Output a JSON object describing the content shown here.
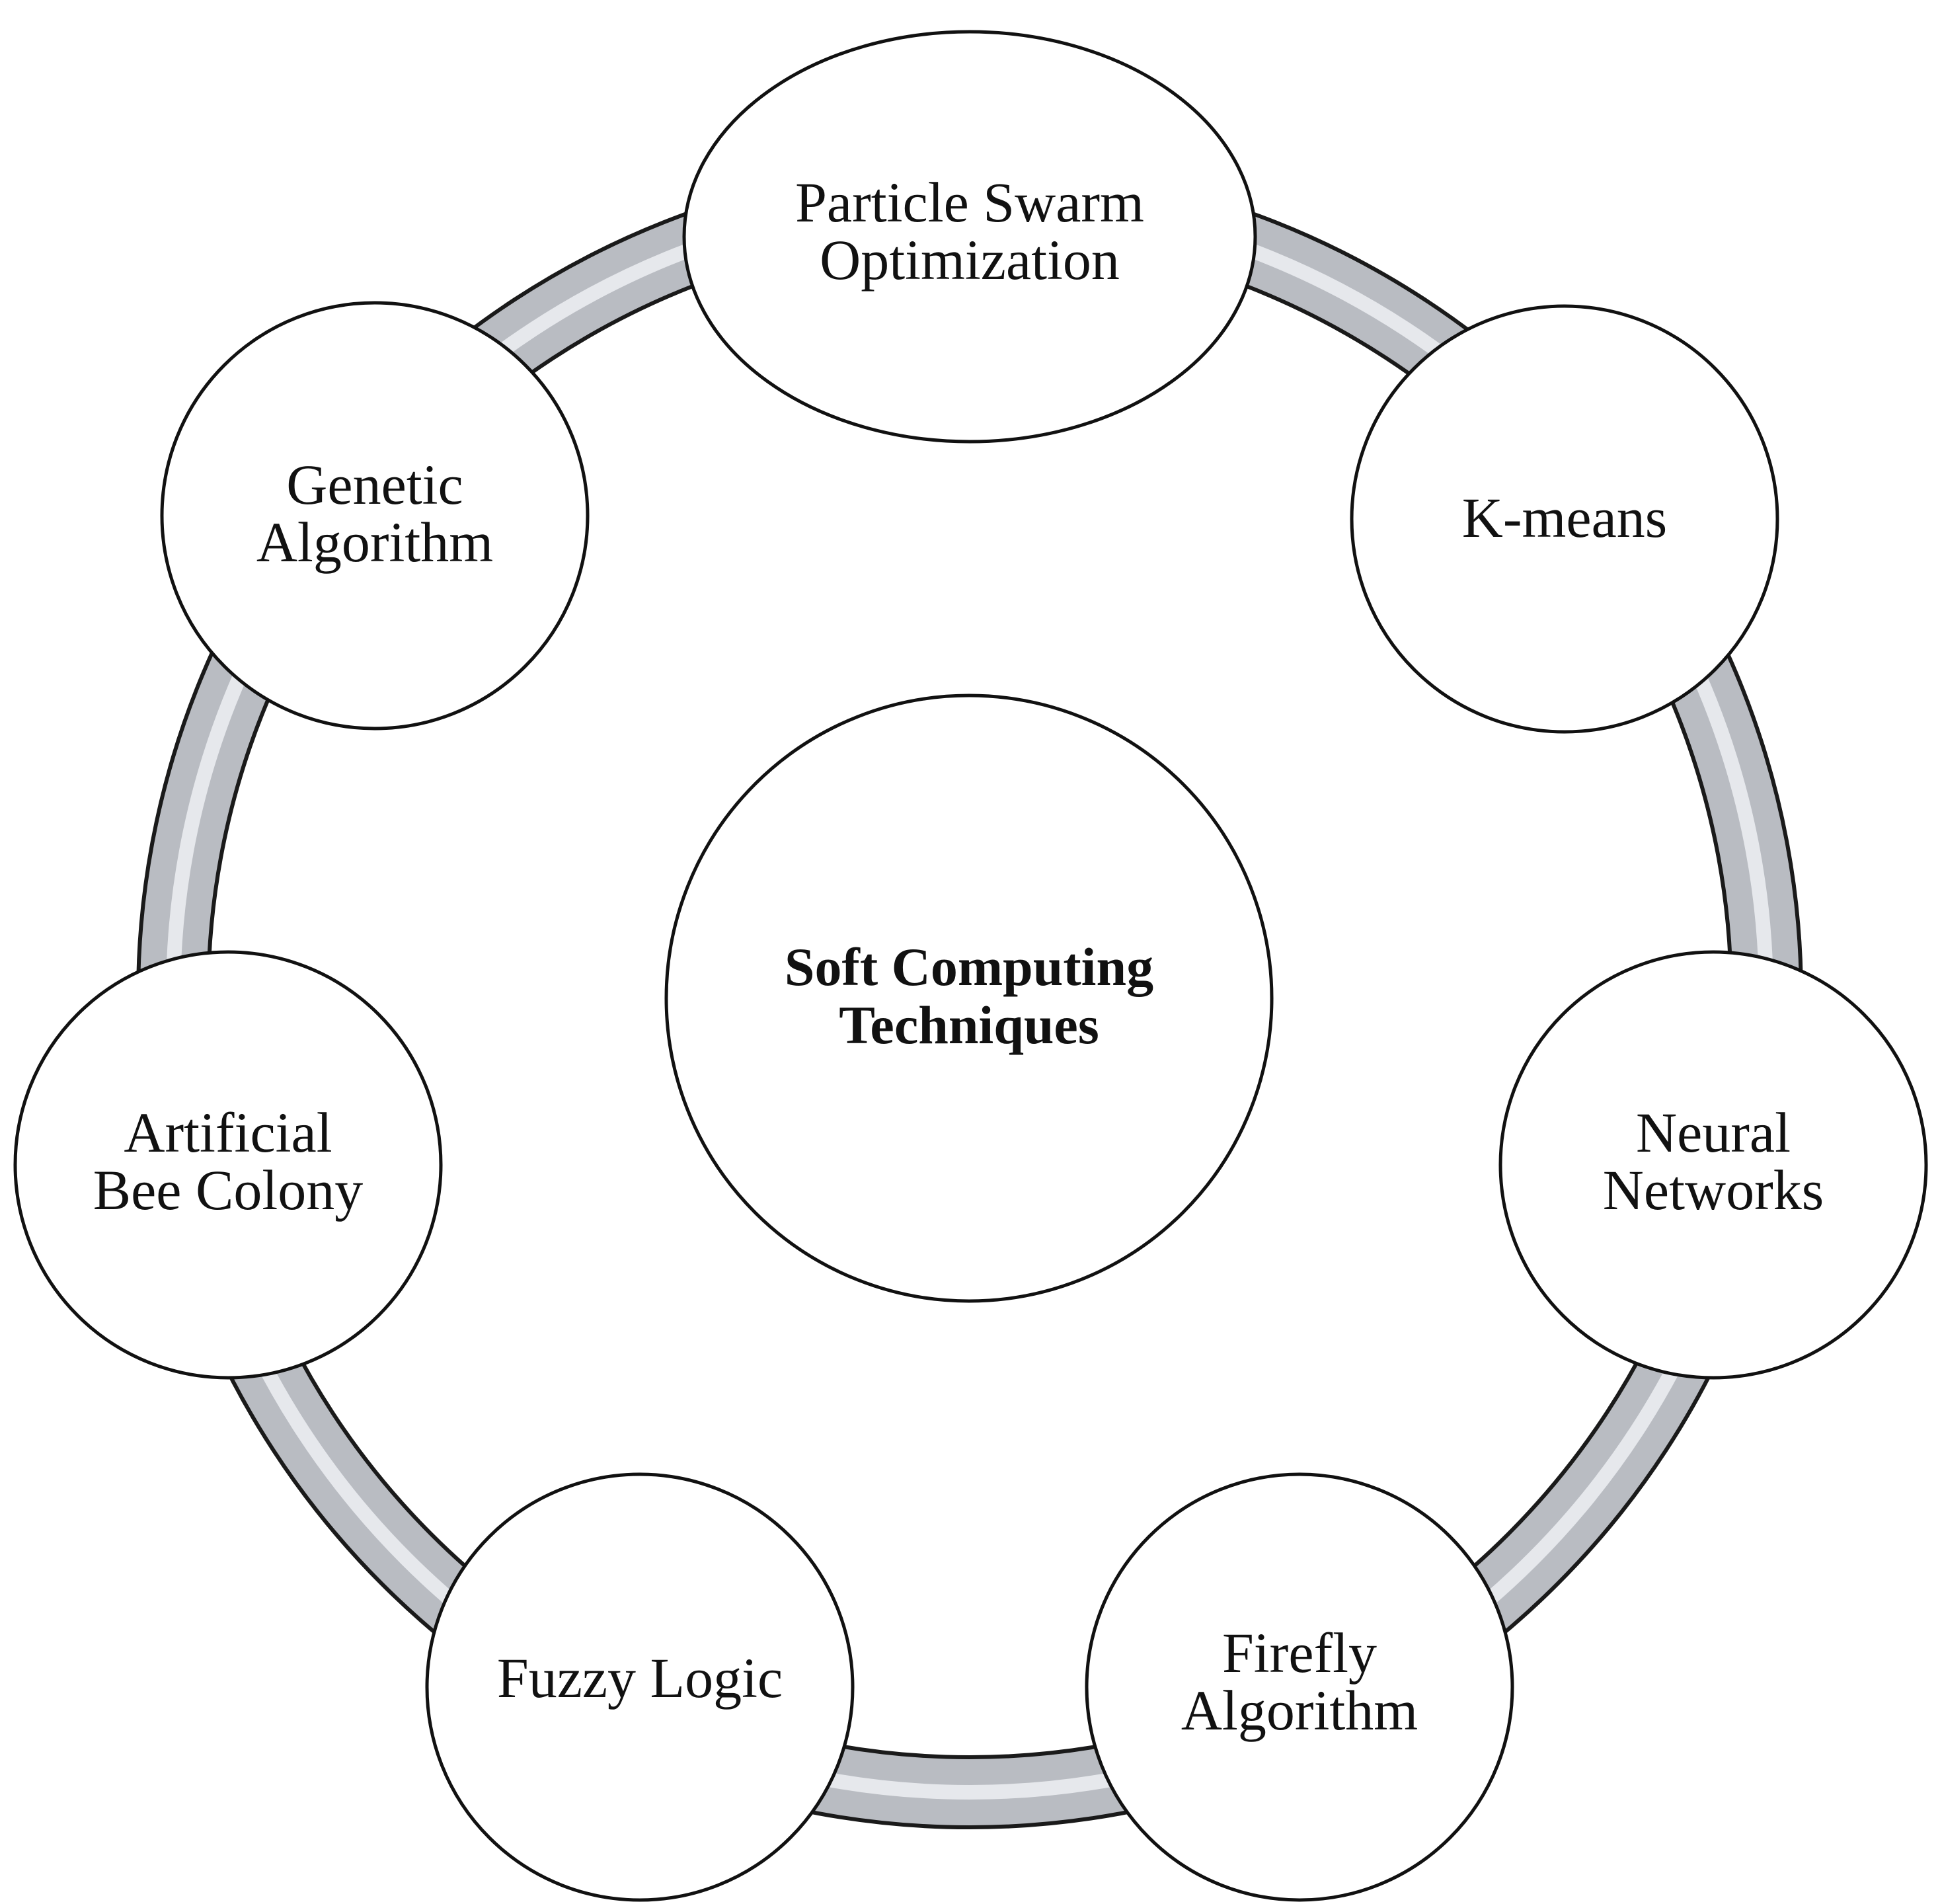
{
  "center": {
    "line1": "Soft Computing",
    "line2": "Techniques"
  },
  "nodes": [
    {
      "id": "pso",
      "lines": [
        "Particle Swarm",
        "Optimization"
      ]
    },
    {
      "id": "kmeans",
      "lines": [
        "K-means"
      ]
    },
    {
      "id": "neural",
      "lines": [
        "Neural",
        "Networks"
      ]
    },
    {
      "id": "firefly",
      "lines": [
        "Firefly",
        "Algorithm"
      ]
    },
    {
      "id": "fuzzy",
      "lines": [
        "Fuzzy Logic"
      ]
    },
    {
      "id": "abc",
      "lines": [
        "Artificial",
        "Bee Colony"
      ]
    },
    {
      "id": "genetic",
      "lines": [
        "Genetic",
        "Algorithm"
      ]
    }
  ],
  "colors": {
    "ring_outline": "#1a1a1a",
    "ring_fill": "#b9bcc2",
    "ring_highlight": "#e6e8ec",
    "node_stroke": "#111111",
    "node_fill": "#ffffff"
  }
}
